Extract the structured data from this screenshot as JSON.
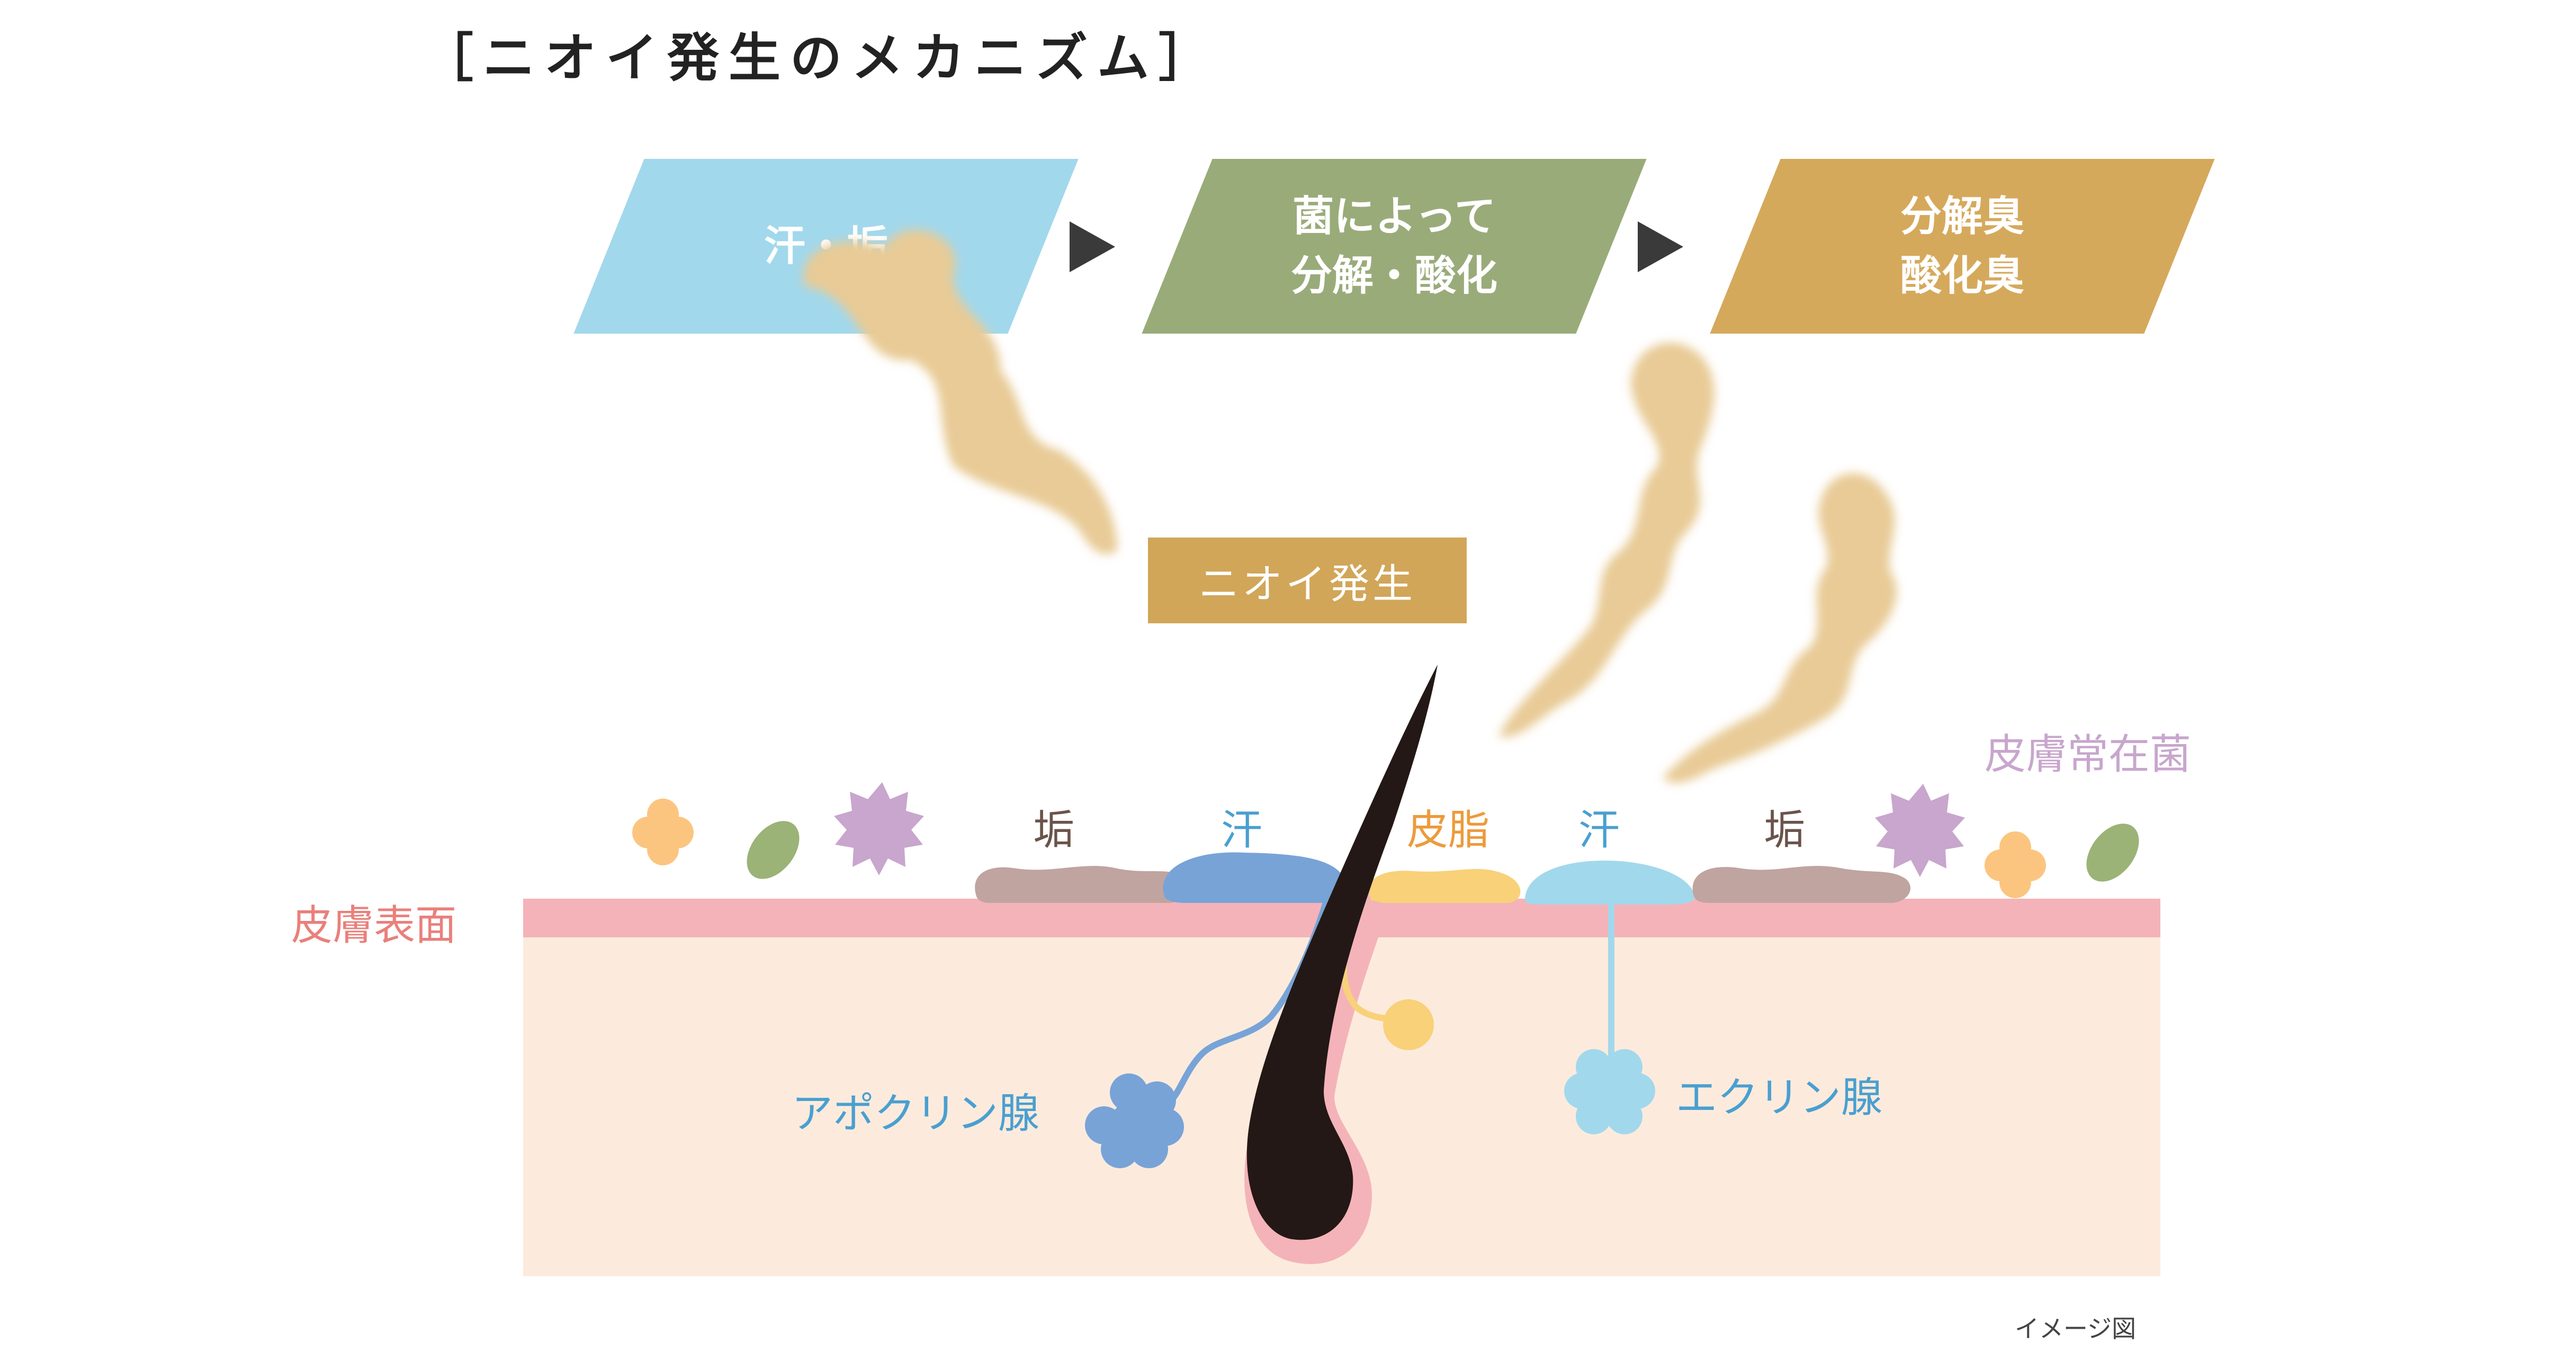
{
  "title": "［ニオイ発生のメカニズム］",
  "flow": {
    "step1": {
      "lines": [
        "汗・垢"
      ],
      "color": "#a2d8ec"
    },
    "step2": {
      "lines": [
        "菌によって",
        "分解・酸化"
      ],
      "color": "#9aab7a"
    },
    "step3": {
      "lines": [
        "分解臭",
        "酸化臭"
      ],
      "color": "#d5a95c"
    }
  },
  "badge": "ニオイ発生",
  "labels": {
    "aka_left": "垢",
    "ase_left": "汗",
    "hishi": "皮脂",
    "ase_right": "汗",
    "aka_right": "垢",
    "resident_bacteria": "皮膚常在菌",
    "skin_surface": "皮膚表面",
    "apocrine": "アポクリン腺",
    "eccrine": "エクリン腺",
    "image_note": "イメージ図"
  },
  "colors": {
    "skin_surface": "#f4b3b9",
    "skin_body": "#fcebdd",
    "sweat_apocrine": "#78a3d7",
    "sweat_eccrine": "#a2d8ec",
    "sebum": "#f8d179",
    "dirt": "#c0a49f",
    "hair": "#231815",
    "odor": "#e8cb96",
    "bacteria_purple": "#c8a6cd",
    "bacteria_green": "#9bb377",
    "bacteria_orange": "#fbc57f",
    "label_brown": "#6b534c",
    "label_blue": "#4a9fd0",
    "label_orange": "#ec9b3c",
    "label_pink": "#e9807b",
    "label_purple": "#c8a6cd"
  }
}
